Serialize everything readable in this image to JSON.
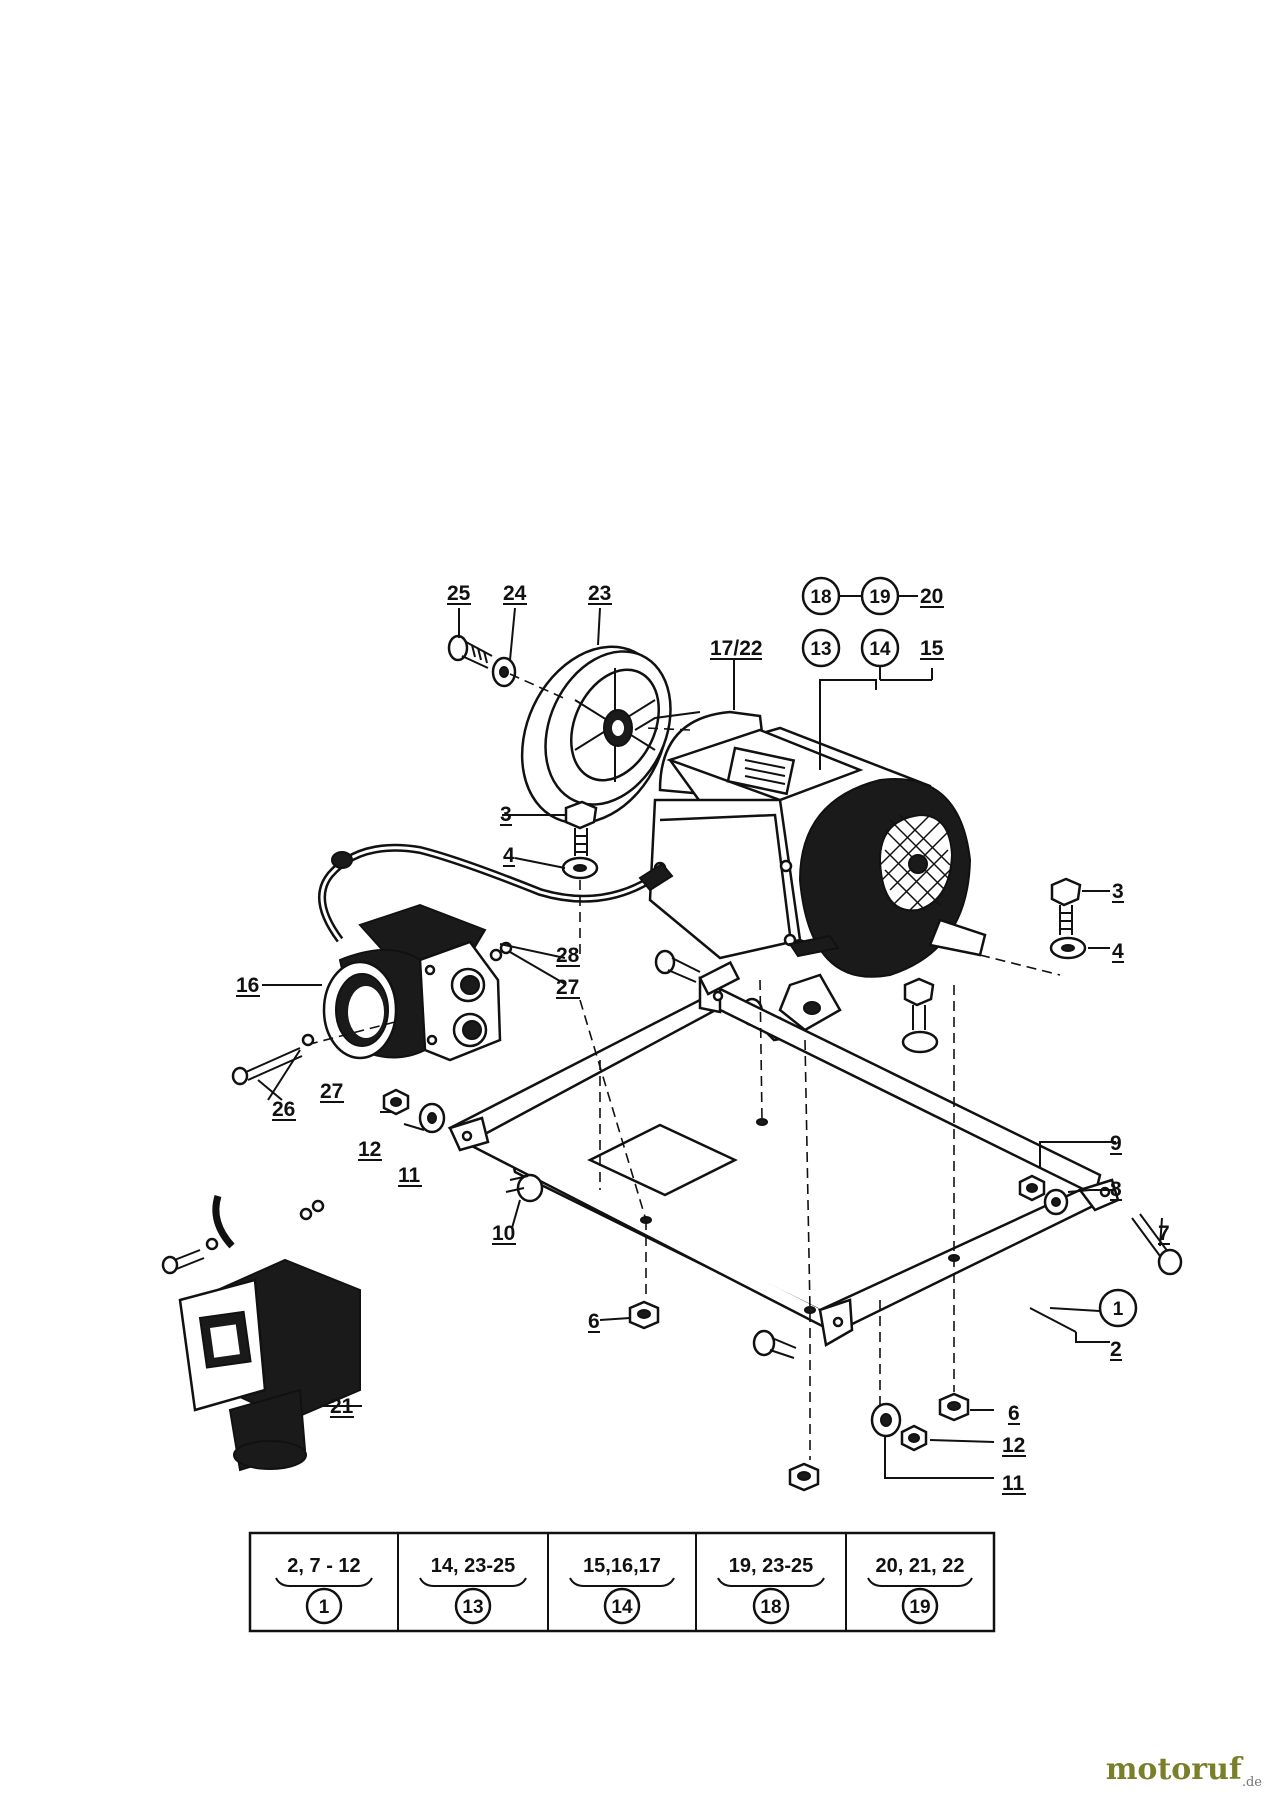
{
  "callouts": {
    "c25": "25",
    "c24": "24",
    "c23": "23",
    "c17_22": "17/22",
    "c18": "18",
    "c19": "19",
    "c20": "20",
    "c13": "13",
    "c14": "14",
    "c15": "15",
    "c3a": "3",
    "c4a": "4",
    "c3b": "3",
    "c4b": "4",
    "c16": "16",
    "c28": "28",
    "c27a": "27",
    "c27b": "27",
    "c26": "26",
    "c12a": "12",
    "c11a": "11",
    "c10": "10",
    "c9": "9",
    "c8": "8",
    "c7": "7",
    "c1": "1",
    "c2": "2",
    "c6a": "6",
    "c6b": "6",
    "c12b": "12",
    "c11b": "11",
    "c21": "21"
  },
  "legend_table": [
    {
      "items": "2, 7 - 12",
      "group": "1"
    },
    {
      "items": "14,  23-25",
      "group": "13"
    },
    {
      "items": "15,16,17",
      "group": "14"
    },
    {
      "items": "19, 23-25",
      "group": "18"
    },
    {
      "items": "20, 21, 22",
      "group": "19"
    }
  ],
  "watermark": {
    "brand": "motoruf",
    "tld": ".de",
    "color": "#7a7f2a"
  }
}
